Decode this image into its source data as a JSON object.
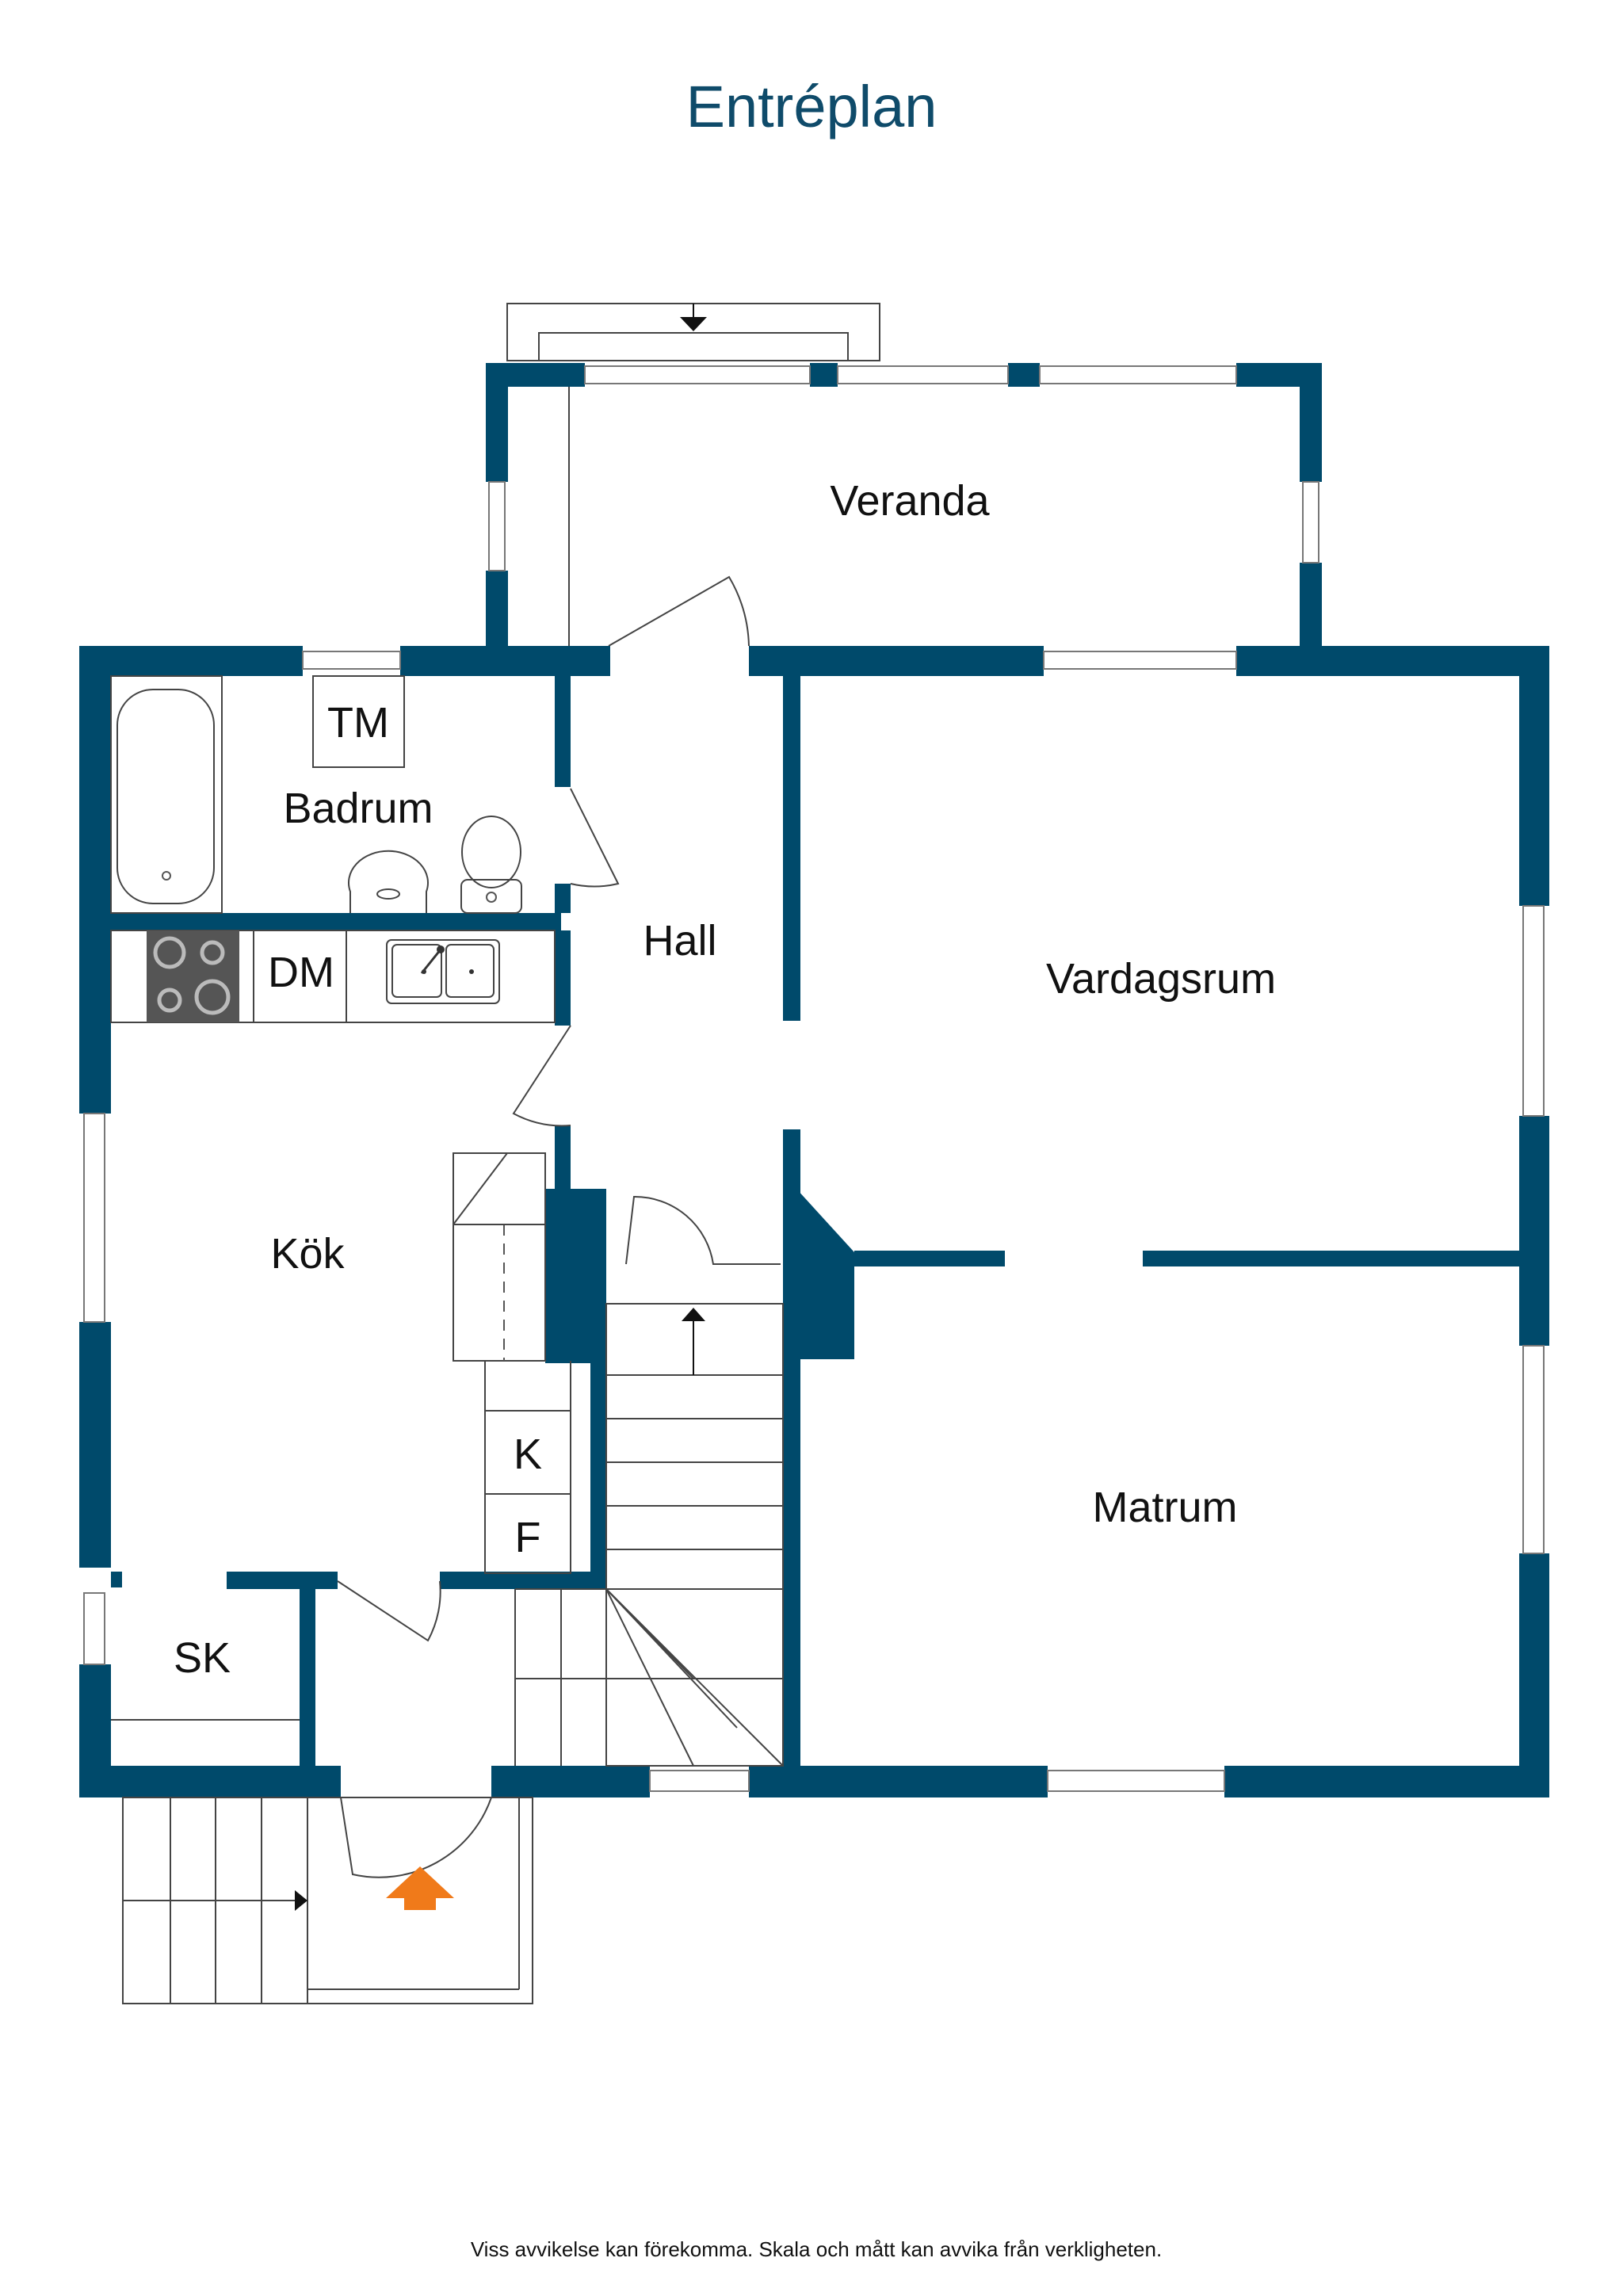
{
  "title": "Entréplan",
  "rooms": {
    "veranda": "Veranda",
    "tm": "TM",
    "badrum": "Badrum",
    "hall": "Hall",
    "vardagsrum": "Vardagsrum",
    "dm": "DM",
    "kok": "Kök",
    "matrum": "Matrum",
    "k": "K",
    "f": "F",
    "sk": "SK"
  },
  "footer": "Viss avvikelse kan förekomma. Skala och mått kan avvika från verkligheten.",
  "colors": {
    "wall": "#004a6b",
    "title": "#0f4b6a",
    "stove": "#555555",
    "entrance_marker": "#f07a1a"
  },
  "icons": [
    "entrance-arrow-icon",
    "stair-direction-icon"
  ]
}
